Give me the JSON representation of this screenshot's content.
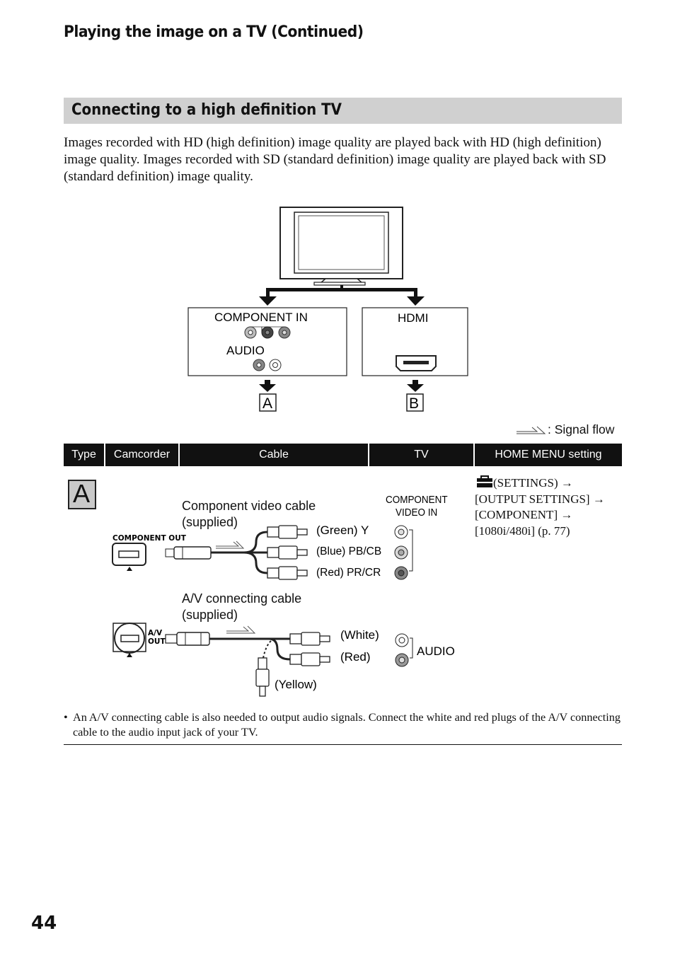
{
  "header": "Playing the image on a TV (Continued)",
  "section_title": "Connecting to a high definition TV",
  "intro": "Images recorded with HD (high definition) image quality are played back with HD (high definition) image quality. Images recorded with SD (standard definition) image quality are played back with SD (standard definition) image quality.",
  "tv_diagram": {
    "component_in": "COMPONENT IN",
    "audio": "AUDIO",
    "hdmi": "HDMI",
    "label_a": "A",
    "label_b": "B"
  },
  "signal_flow": ": Signal flow",
  "table": {
    "headers": [
      "Type",
      "Camcorder",
      "Cable",
      "TV",
      "HOME MENU setting"
    ],
    "row_label": "A",
    "component_out": "COMPONENT OUT",
    "component_cable": "Component video cable\n(supplied)",
    "green": "(Green) Y",
    "blue": "(Blue) PB/CB",
    "red_pr": "(Red) PR/CR",
    "component_video_in": "COMPONENT\nVIDEO IN",
    "av_cable": "A/V connecting cable\n(supplied)",
    "av_out": "A/V\nOUT",
    "white": "(White)",
    "red": "(Red)",
    "yellow": "(Yellow)",
    "audio": "AUDIO",
    "setting": "(SETTINGS) → [OUTPUT SETTINGS] → [COMPONENT] → [1080i/480i] (p. 77)"
  },
  "note": "An A/V connecting cable is also needed to output audio signals. Connect the white and red plugs of the A/V connecting cable to the audio input jack of your TV.",
  "page_number": "44"
}
